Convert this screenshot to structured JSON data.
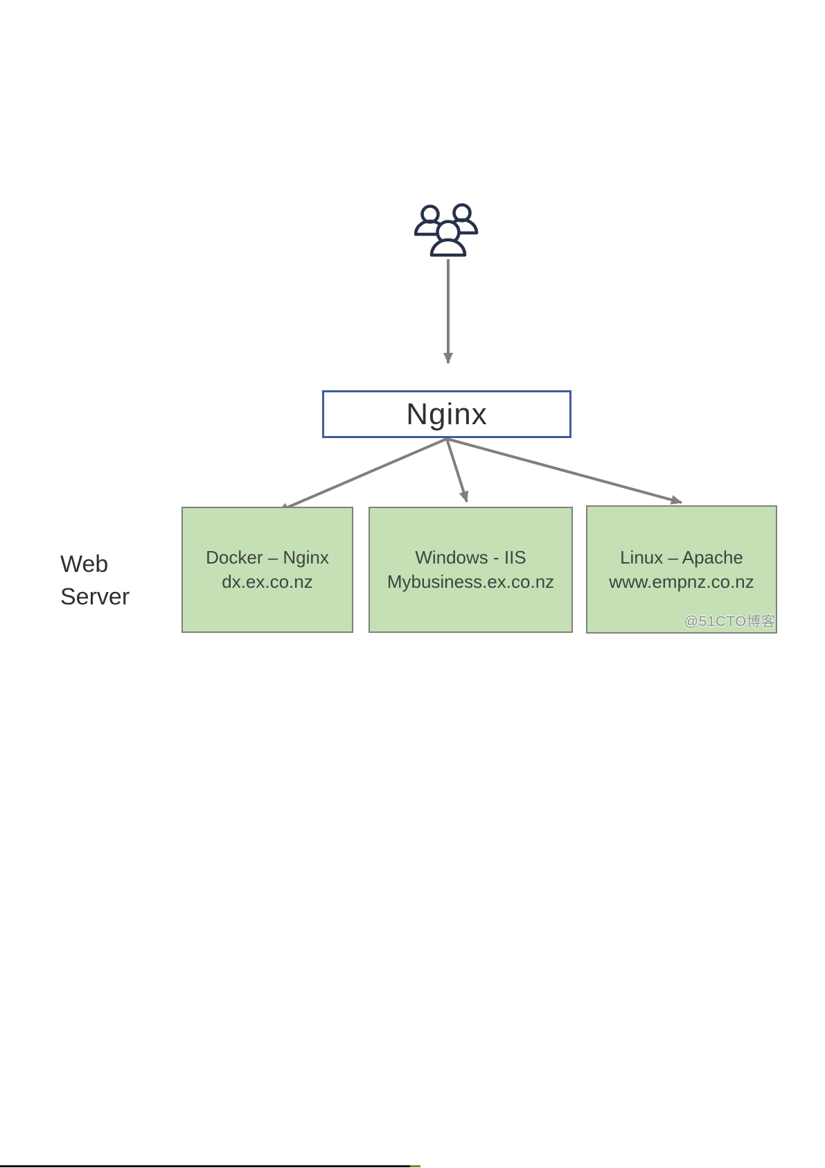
{
  "diagram": {
    "nginx_box": {
      "label": "Nginx"
    },
    "web_server_label": {
      "line1": "Web",
      "line2": "Server"
    },
    "servers": [
      {
        "title": "Docker – Nginx",
        "domain": "dx.ex.co.nz"
      },
      {
        "title": "Windows - IIS",
        "domain": "Mybusiness.ex.co.nz"
      },
      {
        "title": "Linux – Apache",
        "domain": "www.empnz.co.nz"
      }
    ],
    "watermark": "@51CTO博客",
    "icons": {
      "users": "users-group-icon",
      "arrows": "gray-connector-arrows"
    },
    "colors": {
      "icon_stroke": "#26324a",
      "nginx_border": "#3e5c9a",
      "arrow": "#7f7f7f",
      "server_fill": "#c5e0b4",
      "server_border": "#7f7f7f",
      "server_text": "#3d4443"
    }
  }
}
